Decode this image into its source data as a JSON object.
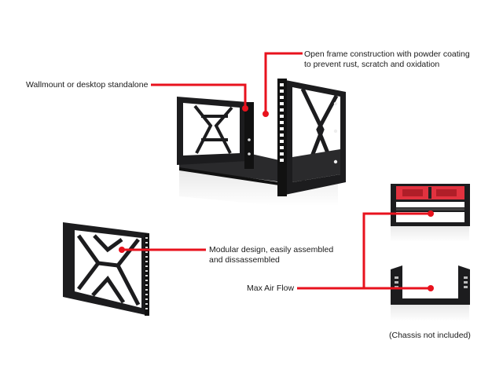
{
  "colors": {
    "callout_line": "#e8121d",
    "frame_metal": "#1c1c1e",
    "server_red": "#e2323f",
    "background": "#ffffff",
    "text": "#1a1a1a"
  },
  "callouts": {
    "wallmount": "Wallmount or desktop standalone",
    "open_frame_line1": "Open frame construction with powder coating",
    "open_frame_line2": "to prevent rust, scratch and oxidation",
    "modular_line1": "Modular design, easily assembled",
    "modular_line2": "and dissassembled",
    "max_air_flow": "Max Air Flow",
    "chassis_note": "(Chassis not included)"
  },
  "images": {
    "main_rack": "open-frame-wall-mount-rack",
    "side_panel": "side-panel-x-pattern",
    "rack_with_chassis": "rack-with-red-2u-chassis",
    "empty_rack": "empty-open-rack-frame"
  }
}
